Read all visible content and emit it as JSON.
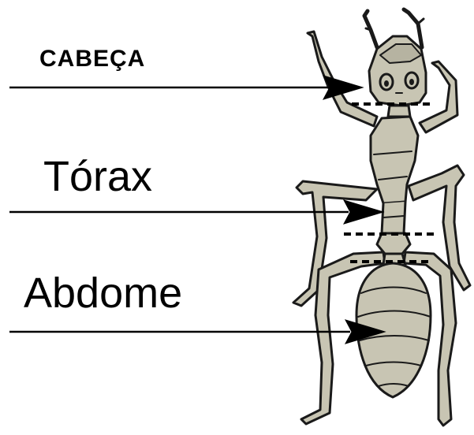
{
  "labels": {
    "head": "CABEÇA",
    "thorax": "Tórax",
    "abdomen": "Abdome"
  },
  "colors": {
    "body_fill": "#c8c5b3",
    "outline": "#1a1a1a",
    "arrow": "#000000",
    "text": "#000000",
    "background": "#ffffff"
  }
}
